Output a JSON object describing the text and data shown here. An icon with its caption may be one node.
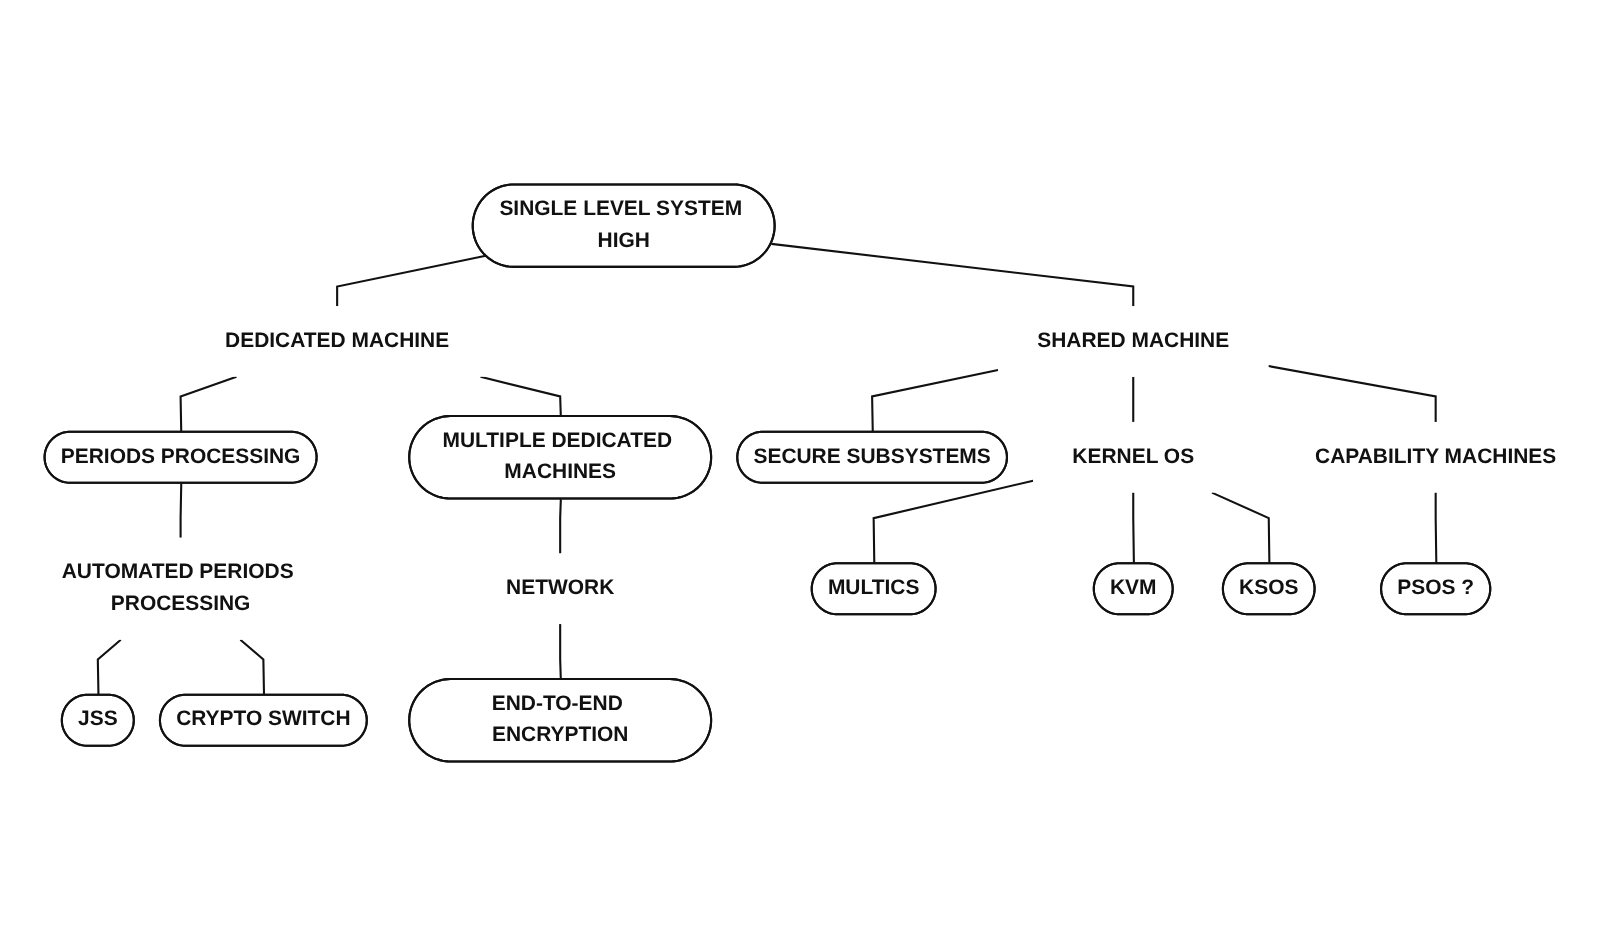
{
  "diagram": {
    "nodes": [
      {
        "text": [
          "SINGLE LEVEL SYSTEM HIGH"
        ]
      },
      {
        "text": [
          "DEDICATED MACHINE"
        ]
      },
      {
        "text": [
          "SHARED MACHINE"
        ]
      },
      {
        "text": [
          "PERIODS PROCESSING"
        ]
      },
      {
        "text": [
          "MULTIPLE DEDICATED MACHINES"
        ]
      },
      {
        "text": [
          "SECURE SUBSYSTEMS"
        ]
      },
      {
        "text": [
          "AUTOMATED PERIODS PROCESSING"
        ]
      },
      {
        "text": [
          "NETWORK"
        ]
      },
      {
        "text": [
          "KERNEL OS"
        ]
      },
      {
        "text": [
          "CAPABILITY MACHINES"
        ]
      },
      {
        "text": [
          "JSS"
        ]
      },
      {
        "text": [
          "CRYPTO SWITCH"
        ]
      },
      {
        "text": [
          "END-TO-END ENCRYPTION"
        ]
      },
      {
        "text": [
          "MULTICS"
        ]
      },
      {
        "text": [
          "KVM"
        ]
      },
      {
        "text": [
          "KSOS"
        ]
      },
      {
        "text": [
          "PSOS ?"
        ]
      }
    ],
    "edges": [
      {
        "from": 0,
        "to": 1,
        "arrow": "none"
      },
      {
        "from": 0,
        "to": 2,
        "arrow": "none"
      },
      {
        "from": 1,
        "to": 3,
        "arrow": "none"
      },
      {
        "from": 1,
        "to": 4,
        "arrow": "none"
      },
      {
        "from": 2,
        "to": 5,
        "arrow": "none"
      },
      {
        "from": 2,
        "to": 8,
        "arrow": "none"
      },
      {
        "from": 2,
        "to": 9,
        "arrow": "none"
      },
      {
        "from": 3,
        "to": 6,
        "arrow": "none"
      },
      {
        "from": 4,
        "to": 7,
        "arrow": "none"
      },
      {
        "from": 6,
        "to": 10,
        "arrow": "none"
      },
      {
        "from": 6,
        "to": 11,
        "arrow": "none"
      },
      {
        "from": 7,
        "to": 12,
        "arrow": "none"
      },
      {
        "from": 8,
        "to": 13,
        "arrow": "none"
      },
      {
        "from": 8,
        "to": 14,
        "arrow": "none"
      },
      {
        "from": 8,
        "to": 15,
        "arrow": "none"
      },
      {
        "from": 9,
        "to": 16,
        "arrow": "none"
      }
    ]
  }
}
